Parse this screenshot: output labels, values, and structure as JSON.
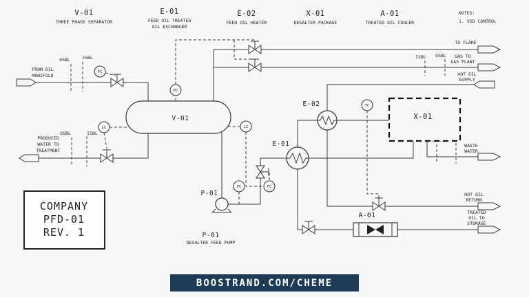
{
  "colors": {
    "background": "#f7f7f7",
    "line": "#3a3a3a",
    "footer_bg": "#1d3a56",
    "footer_text": "#ffffff"
  },
  "header": {
    "equipment": [
      {
        "tag": "V-01",
        "desc1": "THREE PHASE SEPARATOR",
        "desc2": ""
      },
      {
        "tag": "E-01",
        "desc1": "FEED OIL TREATED",
        "desc2": "OIL EXCHANGER"
      },
      {
        "tag": "E-02",
        "desc1": "FEED OIL HEATER",
        "desc2": ""
      },
      {
        "tag": "X-01",
        "desc1": "DESALTER PACKAGE",
        "desc2": ""
      },
      {
        "tag": "A-01",
        "desc1": "TREATED OIL COOLER",
        "desc2": ""
      }
    ],
    "notes": {
      "title": "NOTES:",
      "item1": "1. VSD CONTROL"
    }
  },
  "equipment_tags": {
    "v01": "V-01",
    "e01": "E-01",
    "e02": "E-02",
    "x01": "X-01",
    "a01": "A-01",
    "p01": "P-01"
  },
  "pump_caption": {
    "tag": "P-01",
    "desc": "DESALTER FEED PUMP"
  },
  "instruments": {
    "fc": "FC",
    "pc": "PC",
    "lc": "LC",
    "tc": "TC"
  },
  "boundaries": {
    "isbl": "ISBL",
    "osbl": "OSBL"
  },
  "streams": {
    "from_oil_manifold": [
      "FROM OIL",
      "MANIFOLD"
    ],
    "produced_water": [
      "PRODUCED",
      "WATER TO",
      "TREATMENT"
    ],
    "to_flare": [
      "TO FLARE"
    ],
    "gas_to_gas_plant": [
      "GAS TO",
      "GAS PLANT"
    ],
    "hot_oil_supply": [
      "HOT OIL",
      "SUPPLY"
    ],
    "waste_water": [
      "WASTE",
      "WATER"
    ],
    "hot_oil_return": [
      "HOT OIL",
      "RETURN"
    ],
    "treated_oil_to_storage": [
      "TREATED",
      "OIL TO",
      "STORAGE"
    ]
  },
  "title_block": {
    "line1": "COMPANY",
    "line2": "PFD-01",
    "line3": "REV. 1"
  },
  "footer": {
    "text": "BOOSTRAND.COM/CHEME"
  }
}
